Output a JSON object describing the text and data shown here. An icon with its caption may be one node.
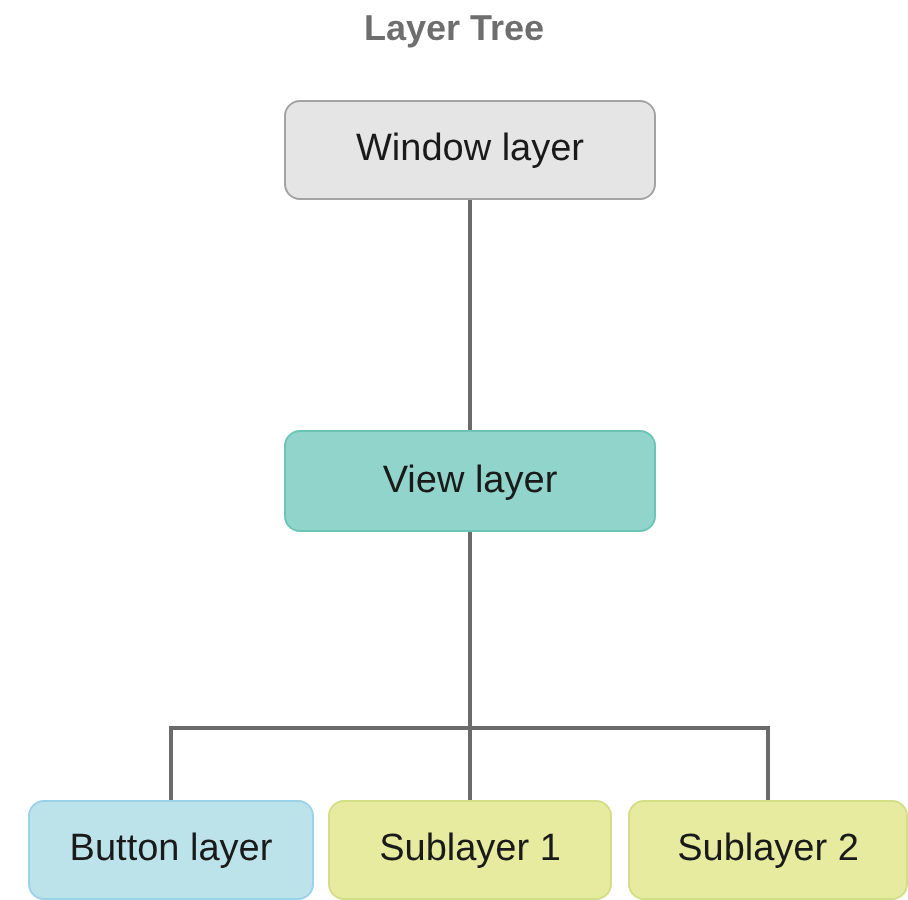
{
  "diagram": {
    "title": "Layer Tree",
    "nodes": [
      {
        "text": [
          "Window layer"
        ]
      },
      {
        "text": [
          "View layer"
        ]
      },
      {
        "text": [
          "Button layer"
        ]
      },
      {
        "text": [
          "Sublayer 1"
        ]
      },
      {
        "text": [
          "Sublayer 2"
        ]
      }
    ],
    "edges": [
      {
        "from": 0,
        "to": 1,
        "arrow": "none"
      },
      {
        "from": 1,
        "to": 2,
        "arrow": "none"
      },
      {
        "from": 1,
        "to": 3,
        "arrow": "none"
      },
      {
        "from": 1,
        "to": 4,
        "arrow": "none"
      }
    ]
  }
}
